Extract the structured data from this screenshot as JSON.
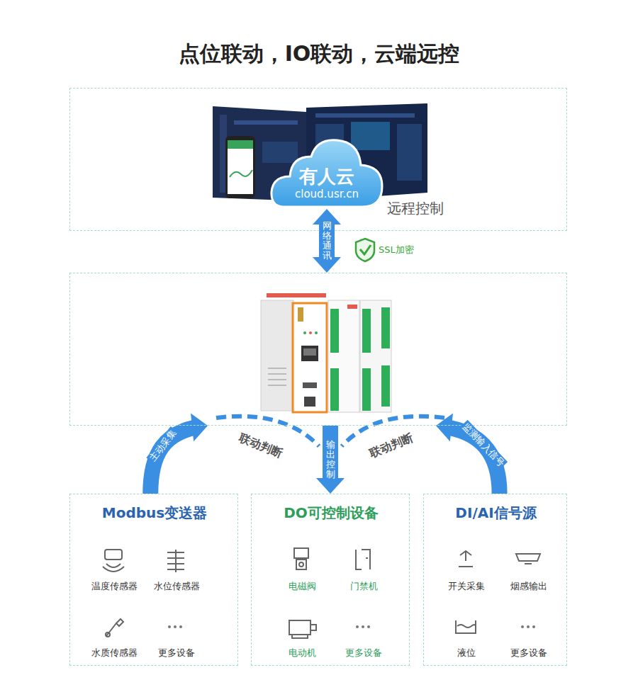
{
  "diagram": {
    "title": "点位联动，IO联动，云端远控",
    "nodes": [
      {
        "text": [
          "远程控制"
        ]
      },
      {
        "text": [
          "有人云",
          "cloud.usr.cn"
        ],
        "in": 0
      },
      {
        "text": []
      },
      {
        "text": [
          "Modbus变送器",
          "温度传感器",
          "水位传感器",
          "水质传感器",
          "更多设备"
        ]
      },
      {
        "text": [
          "DO可控制设备",
          "电磁阀",
          "门禁机",
          "电动机",
          "更多设备"
        ]
      },
      {
        "text": [
          "DI/AI信号源",
          "开关采集",
          "烟感输出",
          "液位",
          "更多设备"
        ]
      }
    ],
    "edges": [
      {
        "from": 1,
        "to": 2,
        "arrow": "both",
        "label": "网络通讯"
      },
      {
        "from": 3,
        "to": 2,
        "arrow": "to",
        "label": "主动采集"
      },
      {
        "from": 5,
        "to": 2,
        "arrow": "to",
        "label": "监测输入信号"
      },
      {
        "from": 2,
        "to": 4,
        "arrow": "to",
        "label": "输出控制"
      }
    ],
    "labels": [
      "SSL加密",
      "联动判断",
      "联动判断"
    ]
  }
}
